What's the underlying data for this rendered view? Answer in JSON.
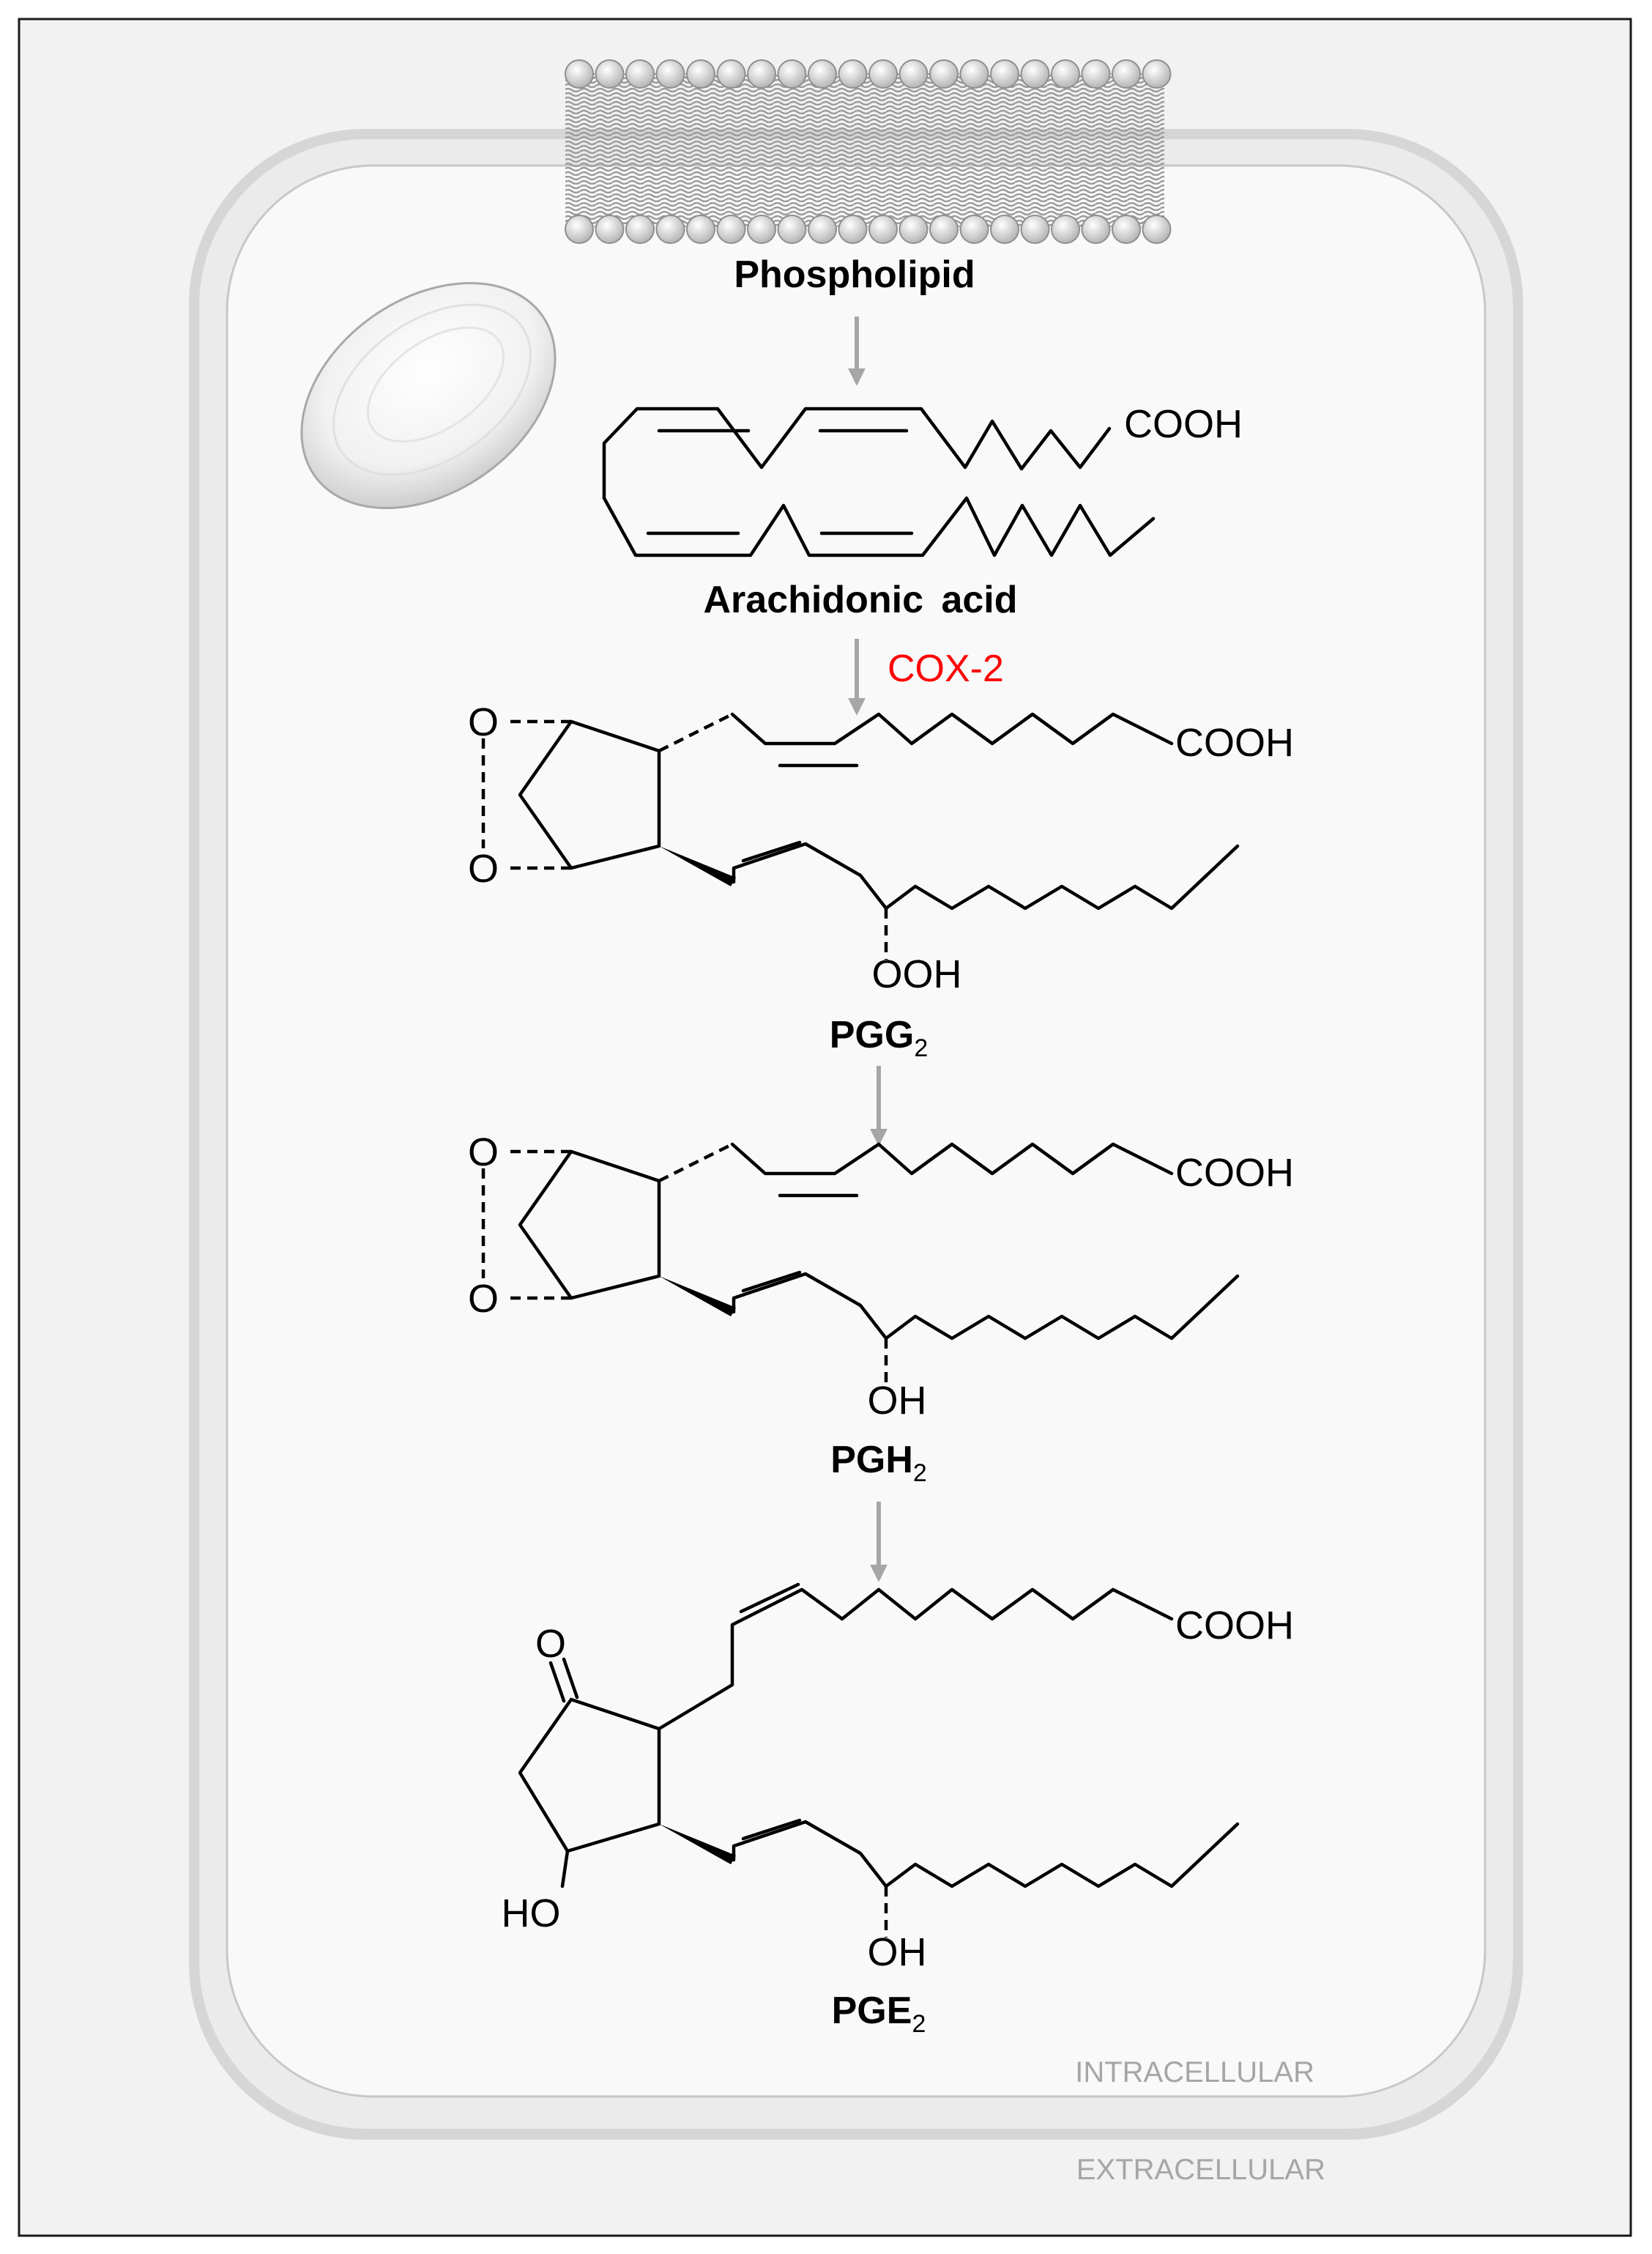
{
  "labels": {
    "phospholipid": "Phospholipid",
    "arachidonic": "Arachidonic acid",
    "enzyme": "COX-2",
    "pgg_base": "PGG",
    "pgh_base": "PGH",
    "pge_base": "PGE",
    "subscript": "2",
    "intracellular": "INTRACELLULAR",
    "extracellular": "EXTRACELLULAR"
  },
  "groups": {
    "cooh": "COOH",
    "o": "O",
    "ooh": "OOH",
    "oh": "OH",
    "ho": "HO"
  },
  "colors": {
    "enzyme_text": "#ff0000",
    "region_text": "#a6a6a6",
    "arrow": "#a6a6a6",
    "cell_fill": "#f9f9f9",
    "outer_fill": "#f2f2f2"
  }
}
